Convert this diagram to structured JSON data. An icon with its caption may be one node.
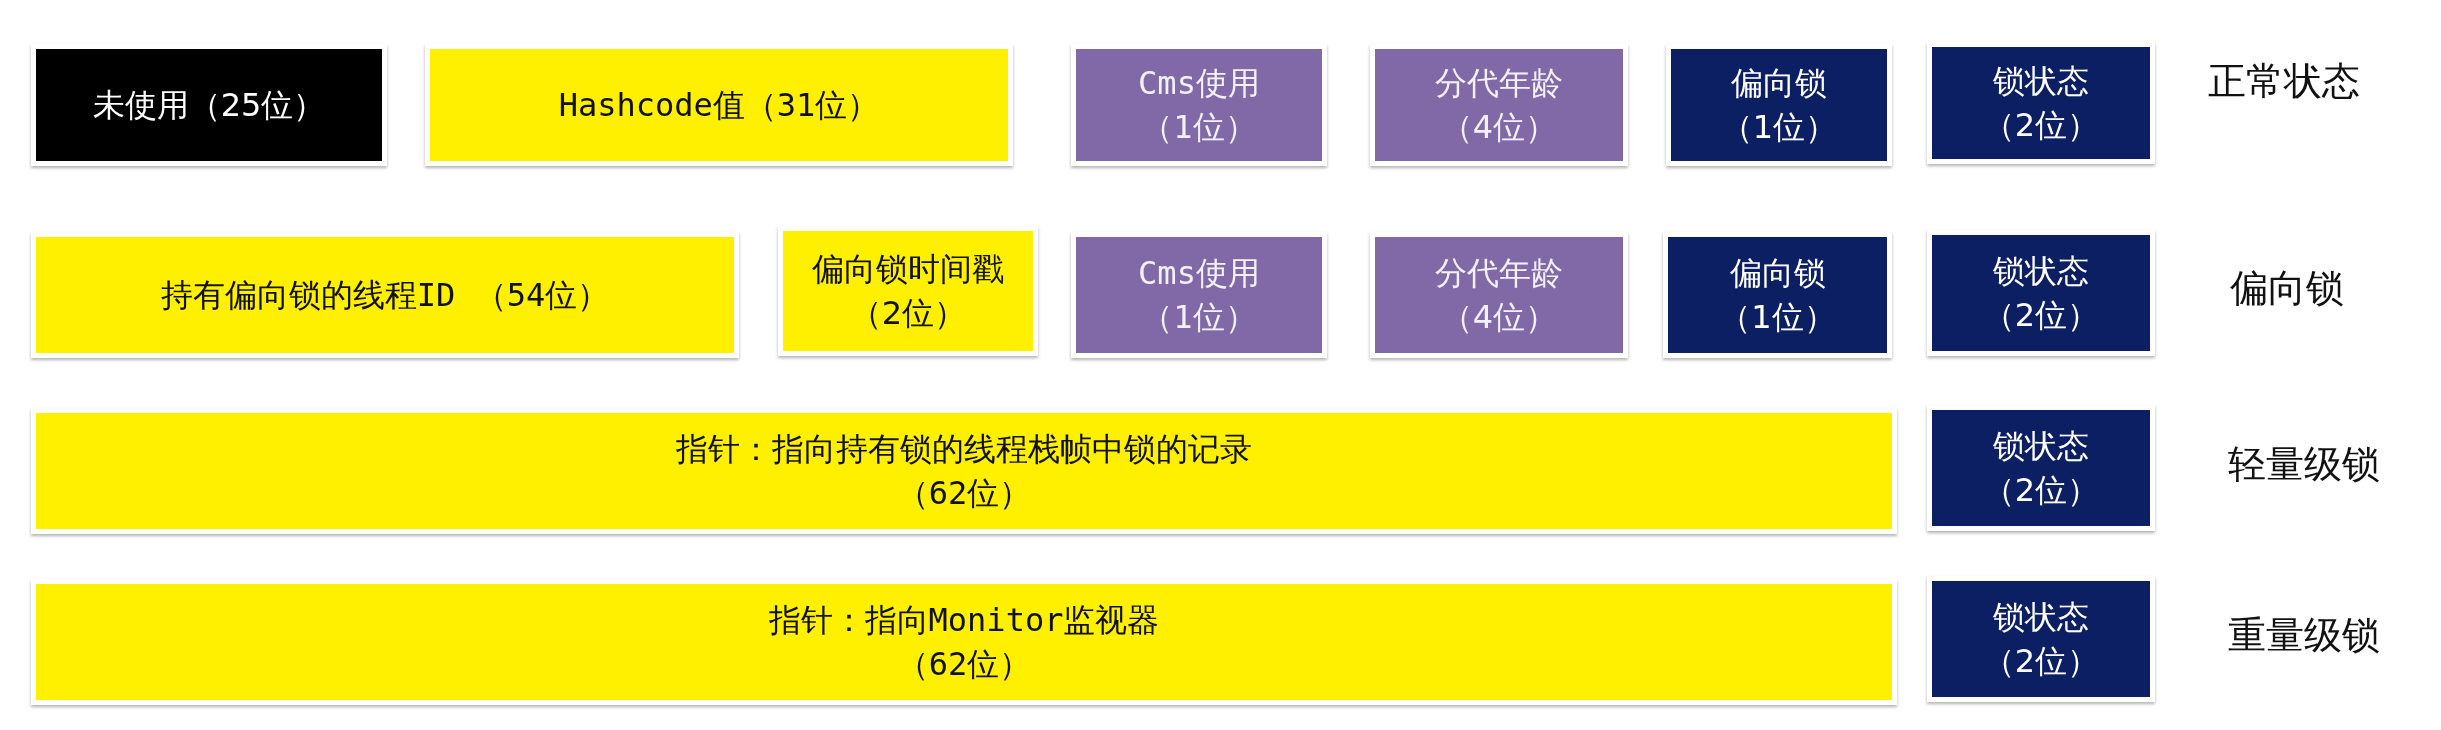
{
  "diagram": {
    "nodes": [
      {
        "text": [
          "未使用（25位）"
        ]
      },
      {
        "text": [
          "Hashcode值（31位）"
        ]
      },
      {
        "text": [
          "Cms使用",
          "（1位）"
        ]
      },
      {
        "text": [
          "分代年龄",
          "（4位）"
        ]
      },
      {
        "text": [
          "偏向锁",
          "（1位）"
        ]
      },
      {
        "text": [
          "锁状态",
          "（2位）"
        ]
      },
      {
        "text": [
          "持有偏向锁的线程ID （54位）"
        ]
      },
      {
        "text": [
          "偏向锁时间戳",
          "（2位）"
        ]
      },
      {
        "text": [
          "Cms使用",
          "（1位）"
        ]
      },
      {
        "text": [
          "分代年龄",
          "（4位）"
        ]
      },
      {
        "text": [
          "偏向锁",
          "（1位）"
        ]
      },
      {
        "text": [
          "锁状态",
          "（2位）"
        ]
      },
      {
        "text": [
          "指针：指向持有锁的线程栈帧中锁的记录",
          "（62位）"
        ]
      },
      {
        "text": [
          "锁状态",
          "（2位）"
        ]
      },
      {
        "text": [
          "指针：指向Monitor监视器",
          "（62位）"
        ]
      },
      {
        "text": [
          "锁状态",
          "（2位）"
        ]
      }
    ],
    "labels": [
      "正常状态",
      "偏向锁",
      "轻量级锁",
      "重量级锁"
    ]
  }
}
